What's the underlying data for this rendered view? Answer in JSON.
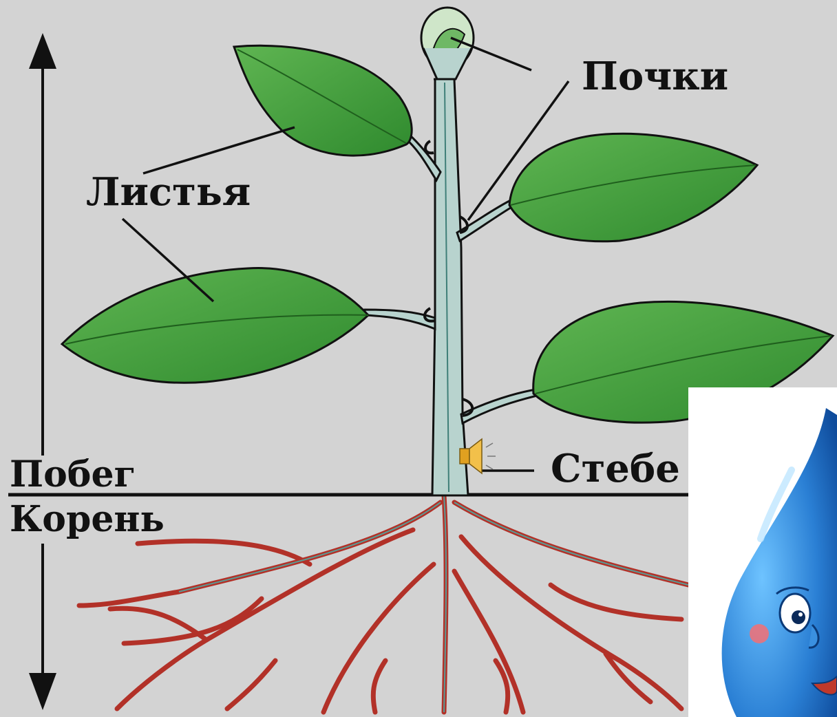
{
  "labels": {
    "buds": "Почки",
    "leaves": "Листья",
    "stem": "Стебе",
    "shoot": "Побег",
    "root": "Корень"
  },
  "icons": {
    "sound": "speaker-icon",
    "mascot": "water-drop-mascot"
  },
  "colors": {
    "background": "#d3d3d3",
    "leaf": "#3f9a3a",
    "leaf_dark": "#2a6f28",
    "stem": "#a9c9c4",
    "root": "#c0392b",
    "drop": "#2a7fd4",
    "line": "#111111"
  }
}
